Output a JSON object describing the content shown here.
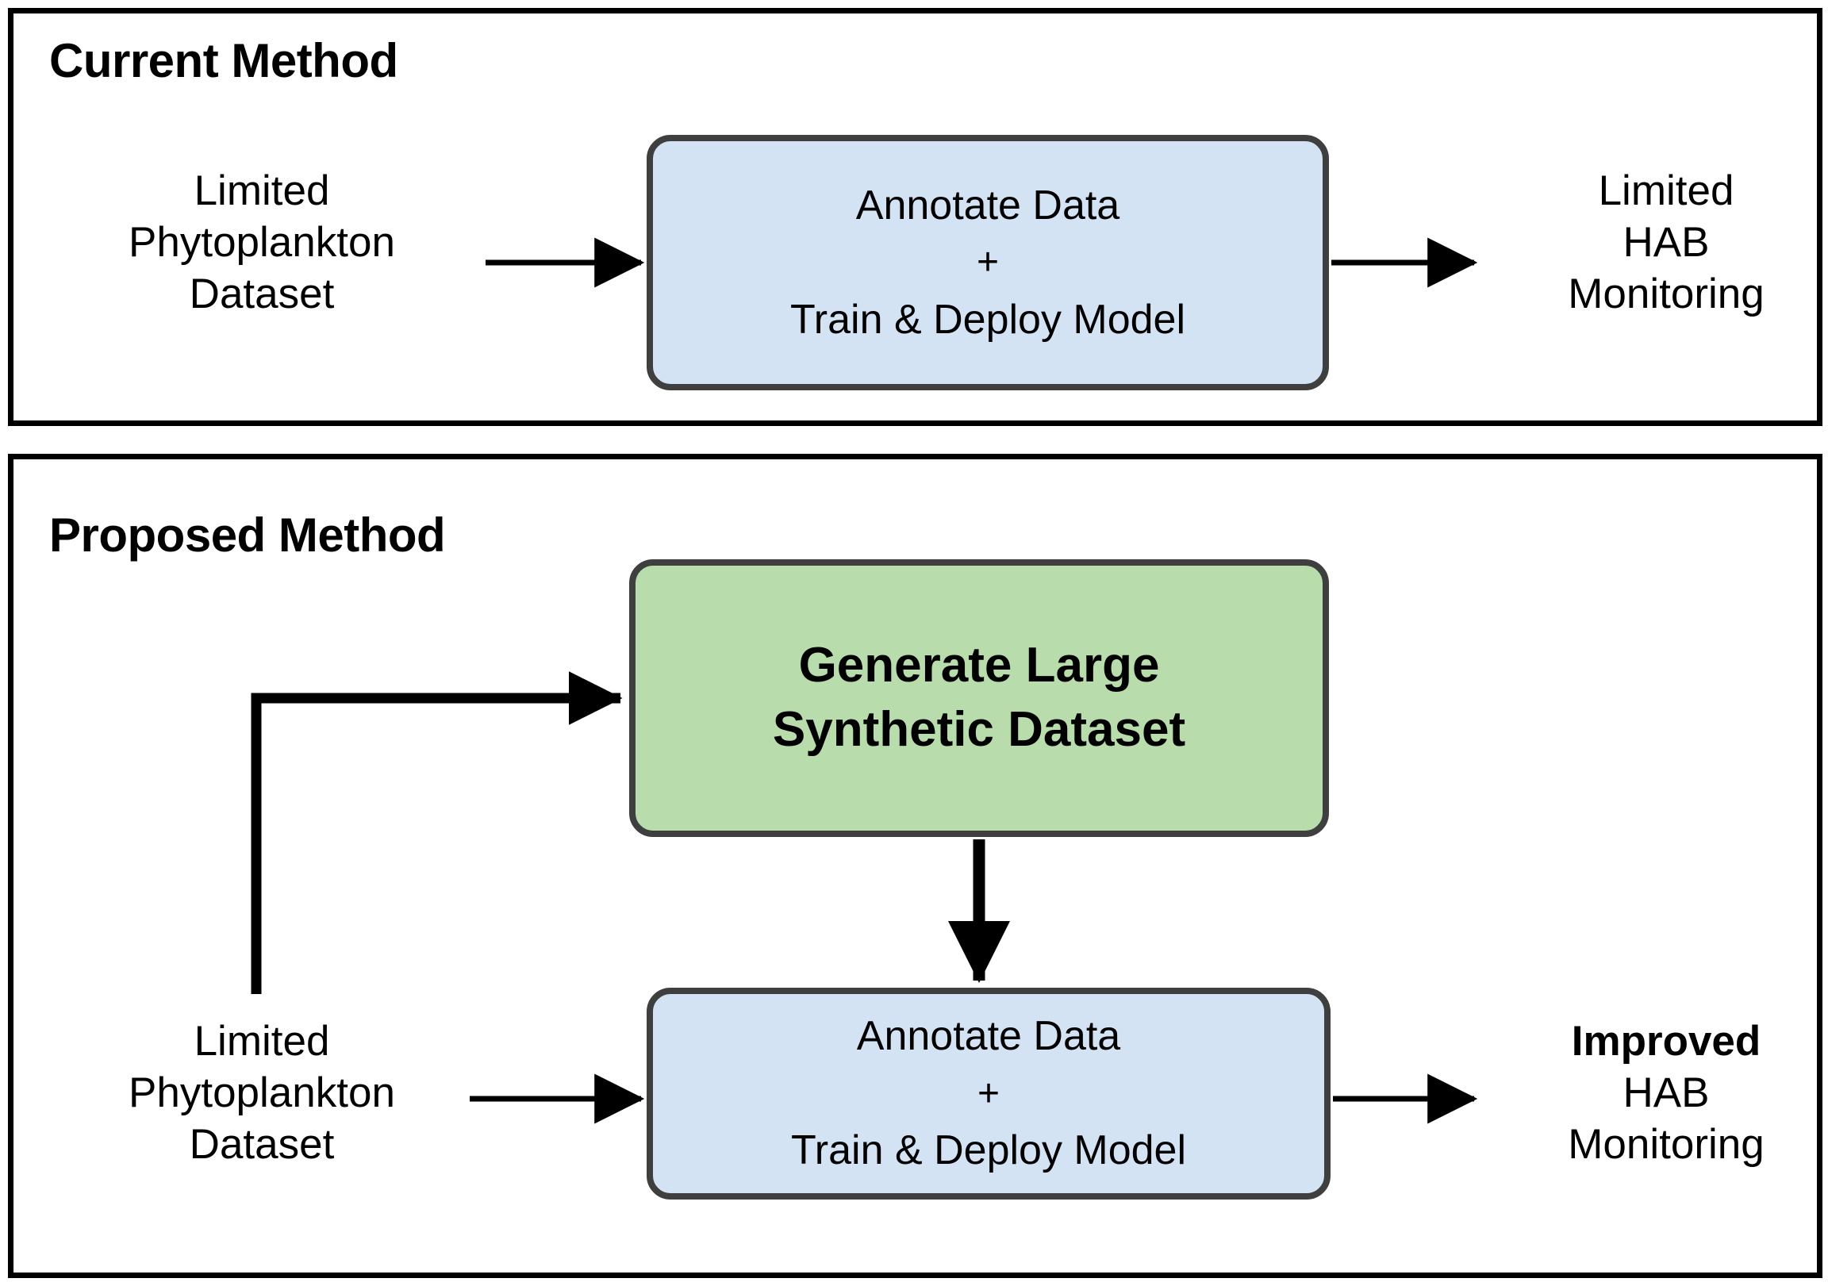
{
  "figure": {
    "panels": [
      {
        "id": "current",
        "title": "Current Method",
        "input_lines": [
          "Limited",
          "Phytoplankton",
          "Dataset"
        ],
        "process_lines": [
          "Annotate Data",
          "+",
          "Train & Deploy Model"
        ],
        "output_lines": [
          "Limited",
          "HAB",
          "Monitoring"
        ],
        "output_bold_index": -1,
        "process_fill": "#d4e3f4"
      },
      {
        "id": "proposed",
        "title": "Proposed Method",
        "input_lines": [
          "Limited",
          "Phytoplankton",
          "Dataset"
        ],
        "generate_lines": [
          "Generate Large",
          "Synthetic Dataset"
        ],
        "process_lines": [
          "Annotate Data",
          "+",
          "Train & Deploy Model"
        ],
        "output_lines": [
          "Improved",
          "HAB",
          "Monitoring"
        ],
        "output_bold_index": 0,
        "generate_fill": "#b8dcab",
        "process_fill": "#d4e3f4"
      }
    ],
    "colors": {
      "box_border": "#3f3f3f",
      "panel_border": "#000000",
      "arrow": "#000000",
      "blue_fill": "#d4e3f4",
      "green_fill": "#b8dcab",
      "background": "#ffffff"
    },
    "current": {
      "title": "Current Method",
      "input": {
        "l1": "Limited",
        "l2": "Phytoplankton",
        "l3": "Dataset"
      },
      "process": {
        "l1": "Annotate Data",
        "l2": "+",
        "l3": "Train & Deploy Model"
      },
      "output": {
        "l1": "Limited",
        "l2": "HAB",
        "l3": "Monitoring"
      }
    },
    "proposed": {
      "title": "Proposed Method",
      "input": {
        "l1": "Limited",
        "l2": "Phytoplankton",
        "l3": "Dataset"
      },
      "generate": {
        "l1": "Generate Large",
        "l2": "Synthetic Dataset"
      },
      "process": {
        "l1": "Annotate Data",
        "l2": "+",
        "l3": "Train & Deploy Model"
      },
      "output": {
        "l1": "Improved",
        "l2": "HAB",
        "l3": "Monitoring"
      }
    }
  }
}
